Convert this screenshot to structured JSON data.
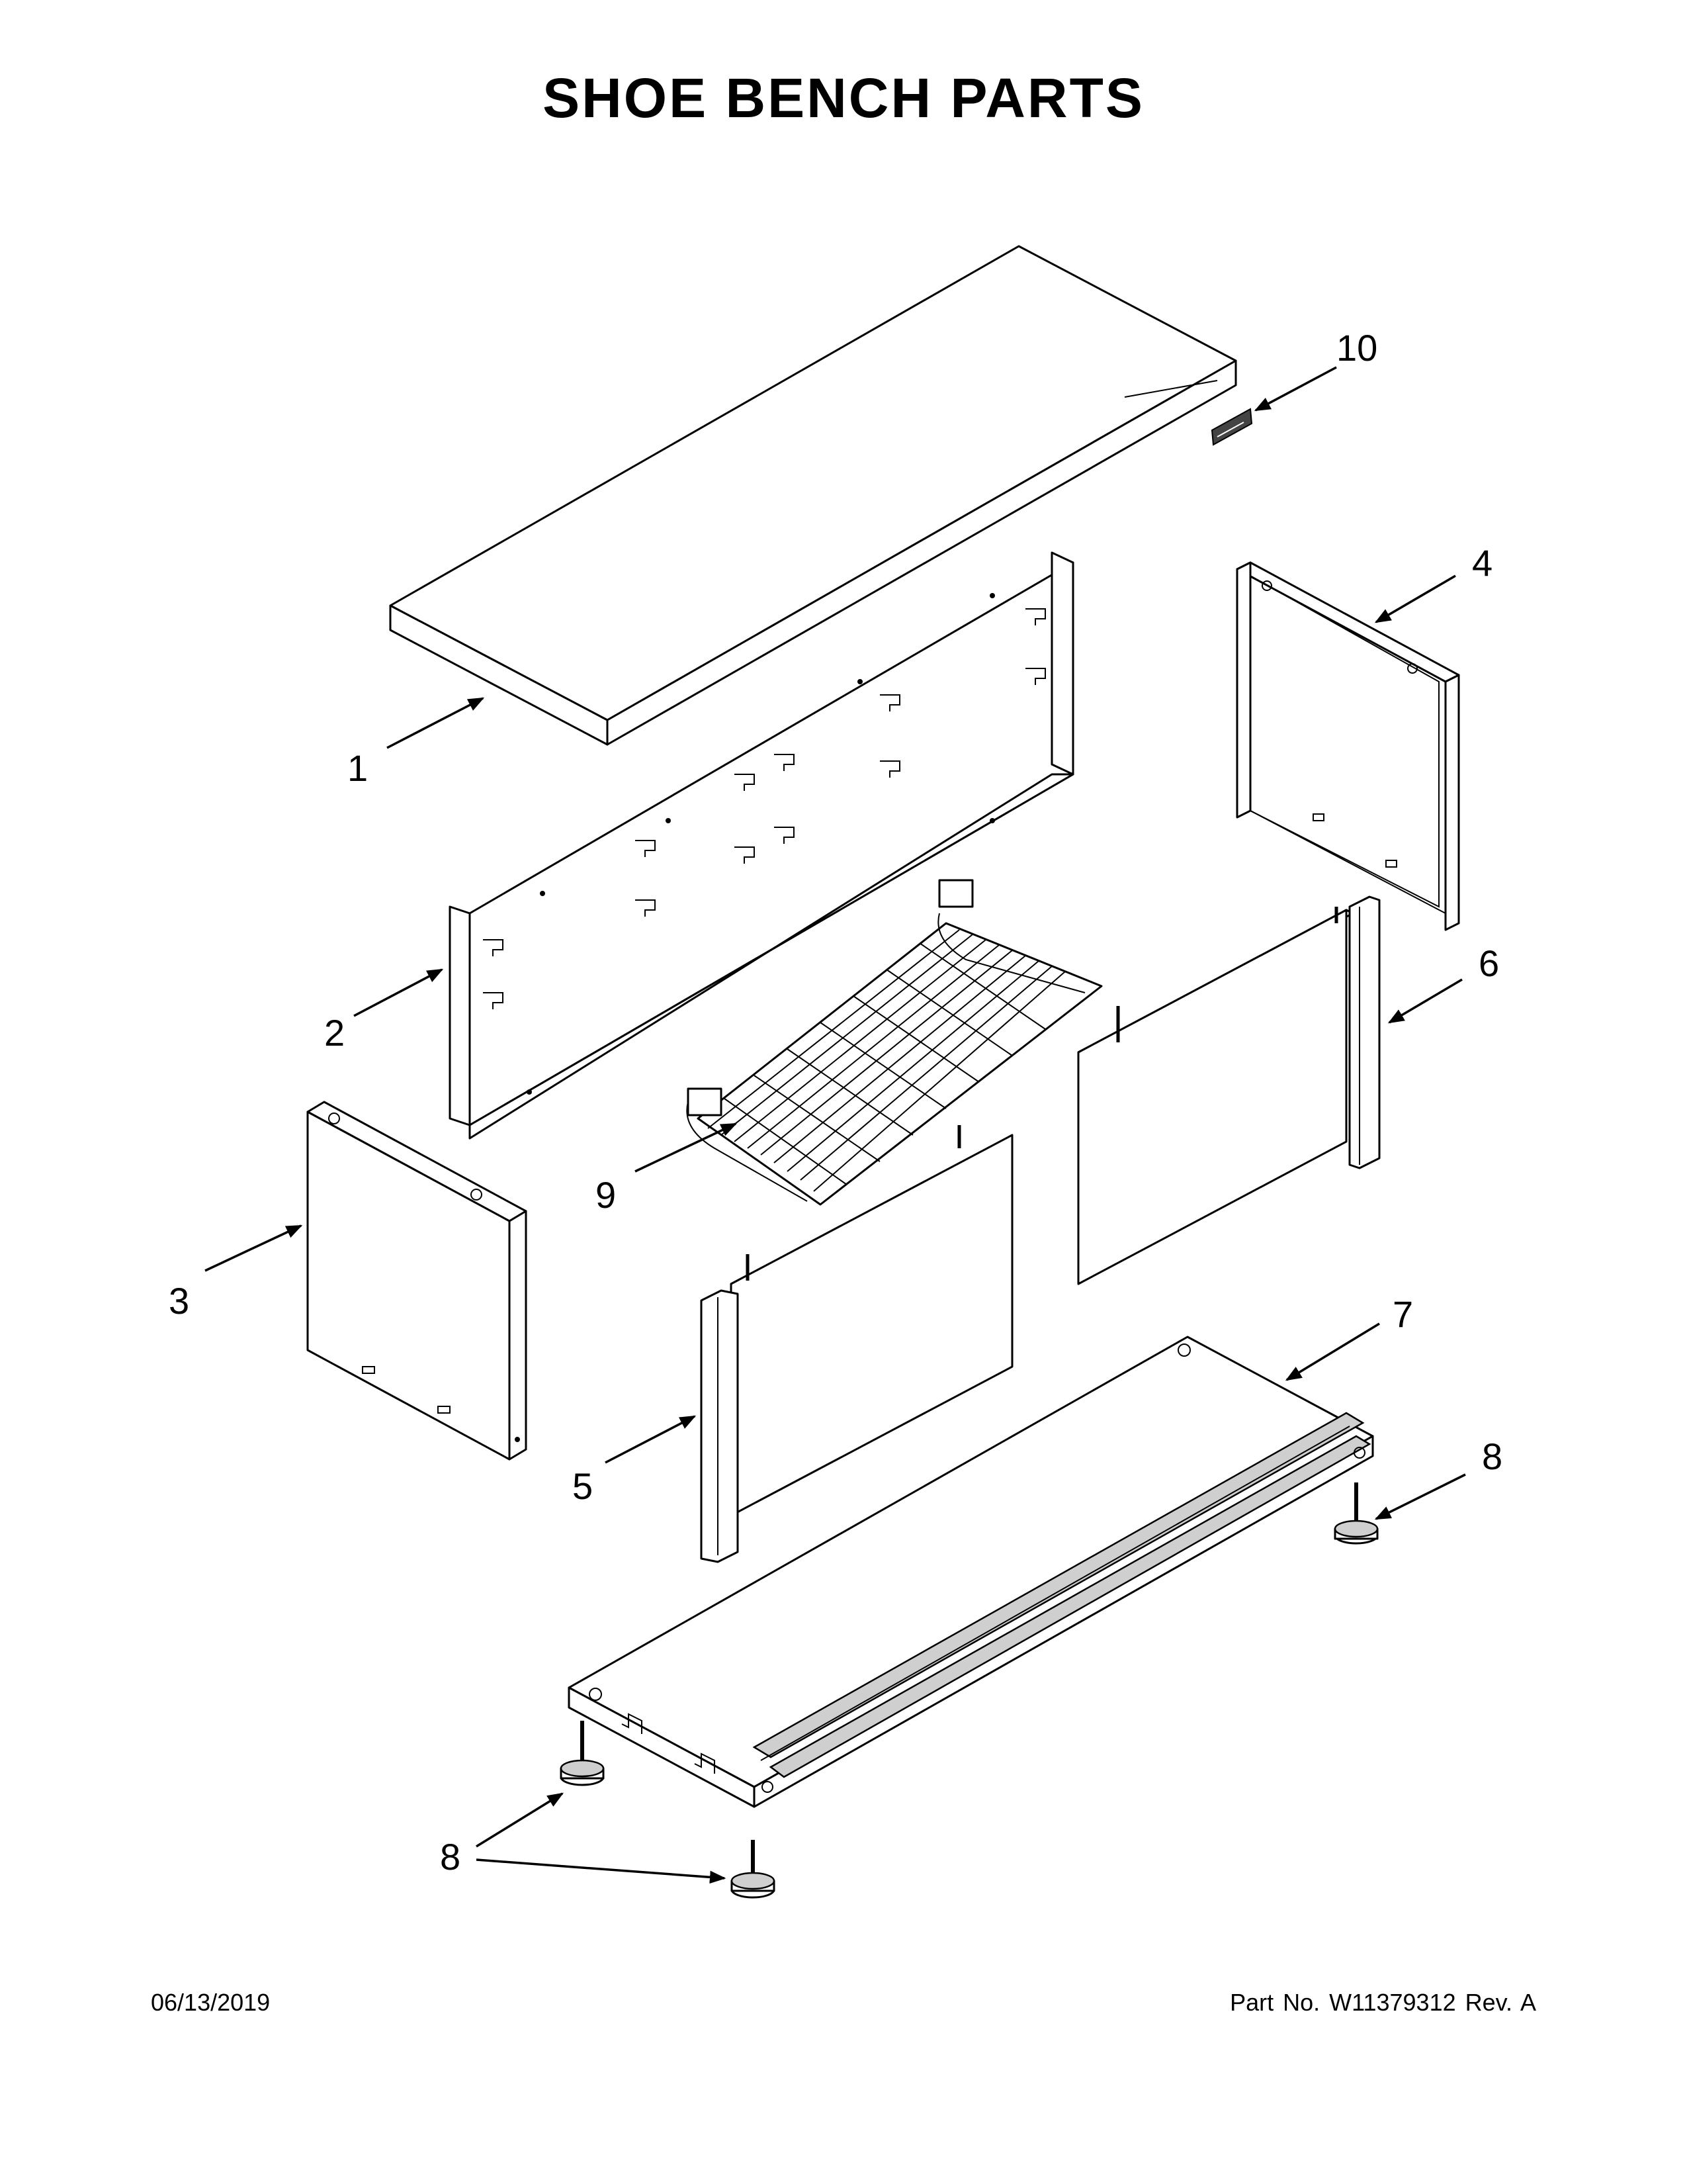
{
  "title": "SHOE BENCH PARTS",
  "footer": {
    "date": "06/13/2019",
    "part_number": "Part No.  W11379312  Rev.  A"
  },
  "callouts": [
    {
      "id": "c1",
      "label": "1",
      "part": "bench top"
    },
    {
      "id": "c2",
      "label": "2",
      "part": "back panel"
    },
    {
      "id": "c3",
      "label": "3",
      "part": "left side panel"
    },
    {
      "id": "c4",
      "label": "4",
      "part": "right side frame"
    },
    {
      "id": "c5",
      "label": "5",
      "part": "left door"
    },
    {
      "id": "c6",
      "label": "6",
      "part": "right door"
    },
    {
      "id": "c7",
      "label": "7",
      "part": "base"
    },
    {
      "id": "c8a",
      "label": "8",
      "part": "leveling leg"
    },
    {
      "id": "c8b",
      "label": "8",
      "part": "leveling leg"
    },
    {
      "id": "c9",
      "label": "9",
      "part": "wire shelf"
    },
    {
      "id": "c10",
      "label": "10",
      "part": "label plate"
    }
  ]
}
